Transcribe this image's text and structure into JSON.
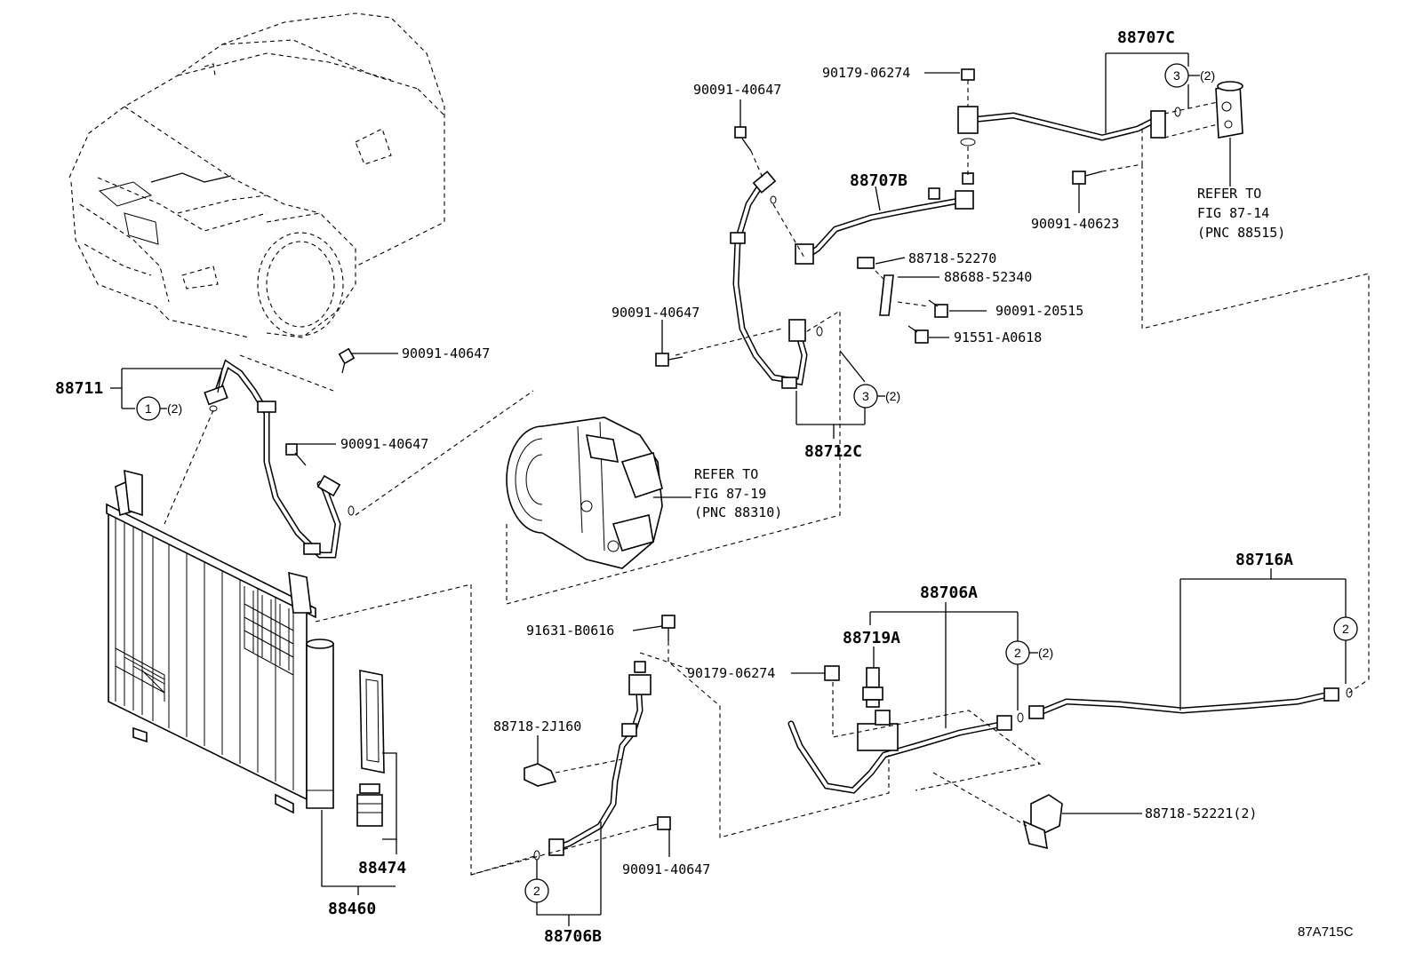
{
  "labels": {
    "p88707C": "88707C",
    "p90179_06274_top": "90179-06274",
    "p90091_40647_top": "90091-40647",
    "p88707B": "88707B",
    "p90091_40623": "90091-40623",
    "refer_87_14_a": "REFER TO",
    "refer_87_14_b": "FIG 87-14",
    "refer_87_14_c": "(PNC 88515)",
    "p88718_52270": "88718-52270",
    "p88688_52340": "88688-52340",
    "p90091_20515": "90091-20515",
    "p91551_A0618": "91551-A0618",
    "p90091_40647_mid": "90091-40647",
    "p88711": "88711",
    "p90091_40647_a": "90091-40647",
    "p90091_40647_b": "90091-40647",
    "p88712C": "88712C",
    "refer_87_19_a": "REFER TO",
    "refer_87_19_b": "FIG 87-19",
    "refer_87_19_c": "(PNC 88310)",
    "p88716A": "88716A",
    "p88706A": "88706A",
    "p91631_B0616": "91631-B0616",
    "p88719A": "88719A",
    "p90179_06274_bot": "90179-06274",
    "p88718_2J160": "88718-2J160",
    "p88718_52221": "88718-52221(2)",
    "p90091_40647_bot": "90091-40647",
    "p88474": "88474",
    "p88460": "88460",
    "p88706B": "88706B",
    "figure_code": "87A715C"
  },
  "callouts": {
    "c1": "1",
    "c2": "2",
    "c3": "3",
    "qty2": "(2)"
  }
}
